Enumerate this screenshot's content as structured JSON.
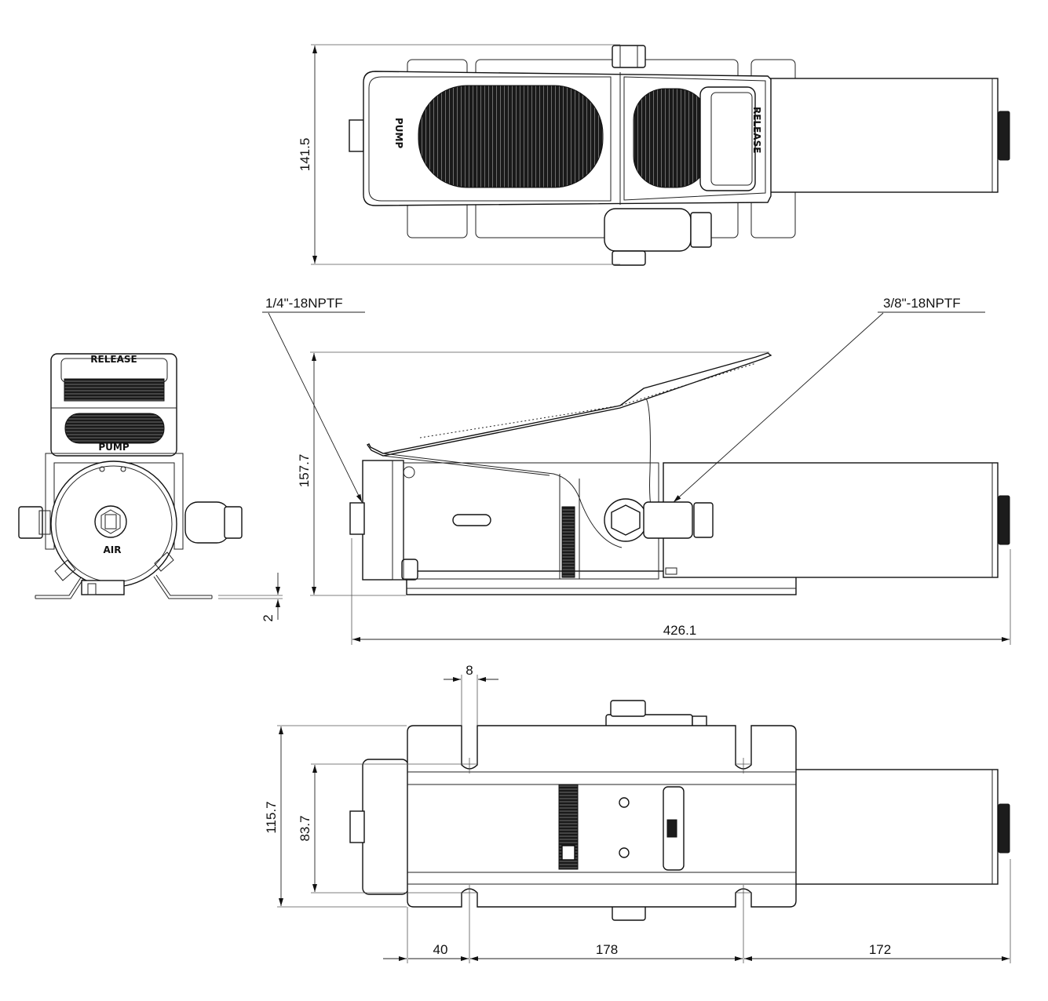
{
  "top_view": {
    "width_dimension": "141.5",
    "stamp_pump": "PUMP",
    "stamp_release": "RELEASE"
  },
  "end_view": {
    "stamp_release": "RELEASE",
    "stamp_pump": "PUMP",
    "stamp_air": "AIR",
    "base_thickness_dimension": "2"
  },
  "side_view": {
    "height_dimension": "157.7",
    "overall_length_dimension": "426.1",
    "inlet_port_label": "1/4\"-18NPTF",
    "outlet_port_label": "3/8\"-18NPTF"
  },
  "bottom_view": {
    "slot_width_dimension": "8",
    "base_width_dimension": "115.7",
    "hole_spacing_dimension": "83.7",
    "front_offset_dimension": "40",
    "hole_pitch_dimension": "178",
    "rear_extension_dimension": "172"
  }
}
